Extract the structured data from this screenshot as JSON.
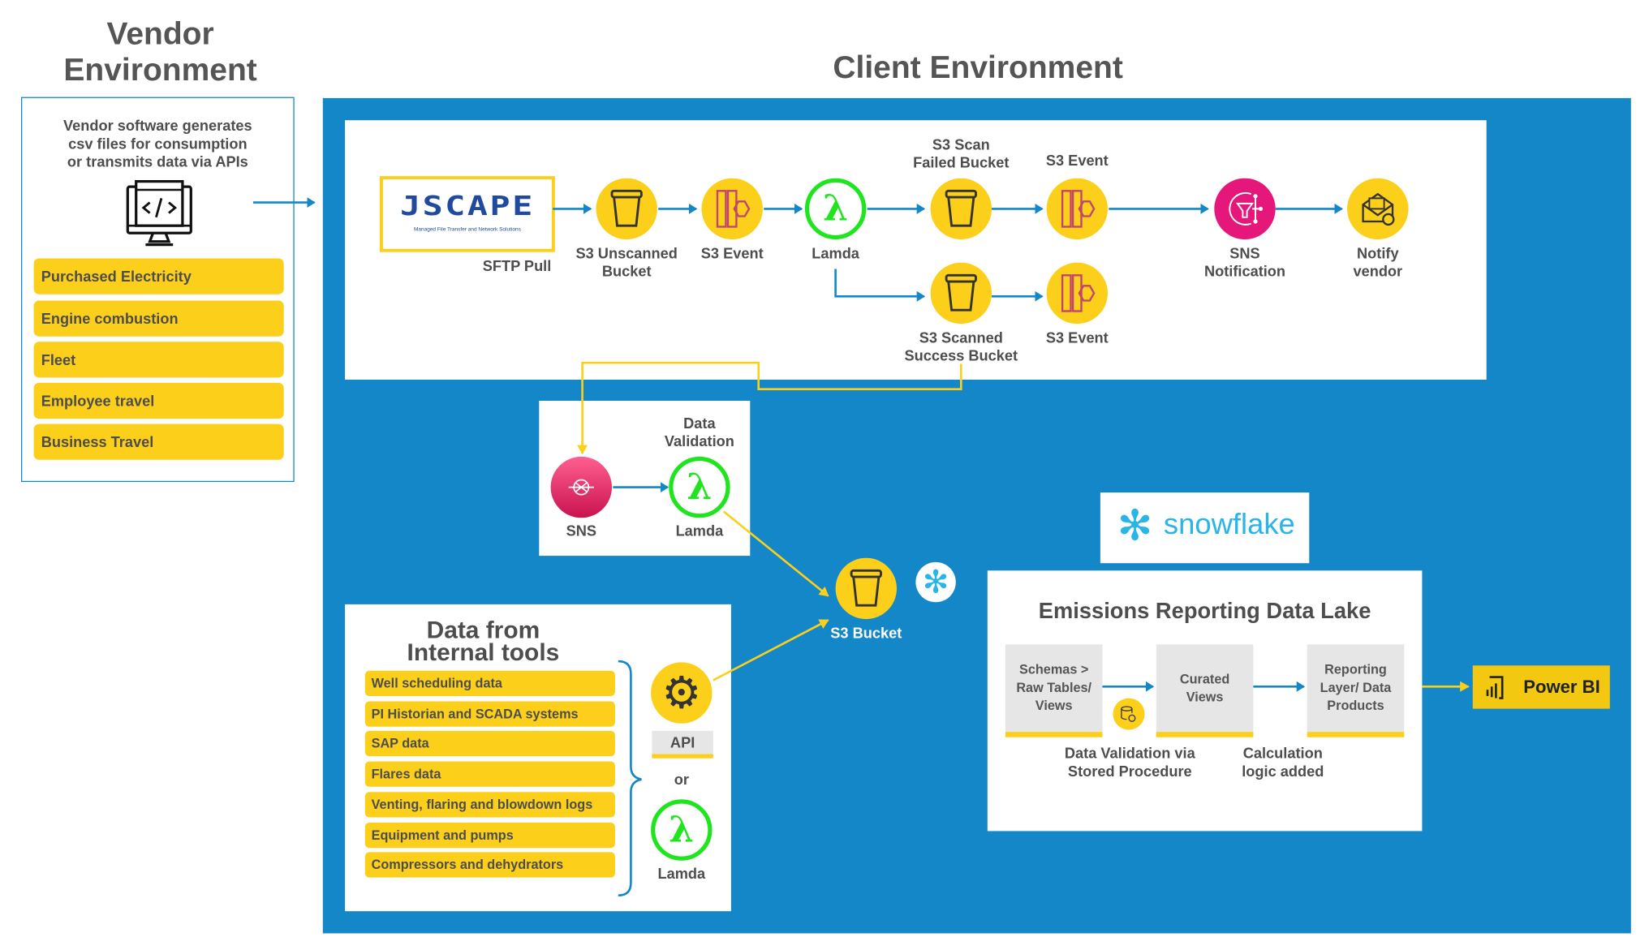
{
  "vendor": {
    "title": "Vendor\nEnvironment",
    "description": "Vendor software generates\ncsv files for consumption\nor transmits data via APIs",
    "icon": "code-monitor-icon",
    "items": [
      "Purchased Electricity",
      "Engine combustion",
      "Fleet",
      "Employee travel",
      "Business Travel"
    ]
  },
  "client": {
    "title": "Client Environment",
    "pipeline": {
      "jscape_logo": "JSCAPE",
      "jscape_tagline": "Managed File Transfer and Network Solutions",
      "sftp_label": "SFTP Pull",
      "unscanned_bucket": "S3 Unscanned\nBucket",
      "event1": "S3 Event",
      "lambda": "Lamda",
      "failed_bucket": "S3 Scan\nFailed Bucket",
      "event2": "S3 Event",
      "sns_notification": "SNS\nNotification",
      "notify_vendor": "Notify\nvendor",
      "success_bucket": "S3 Scanned\nSuccess Bucket",
      "event3": "S3 Event"
    },
    "validation": {
      "title": "Data\nValidation",
      "sns": "SNS",
      "lambda": "Lamda"
    },
    "s3_bucket": "S3 Bucket",
    "internal": {
      "title": "Data from\nInternal tools",
      "items": [
        "Well scheduling data",
        "PI Historian and SCADA systems",
        "SAP data",
        "Flares data",
        "Venting, flaring and blowdown logs",
        "Equipment and pumps",
        "Compressors and dehydrators"
      ],
      "api_label": "API",
      "or_label": "or",
      "lambda_label": "Lamda"
    },
    "snowflake_logo": "snowflake",
    "data_lake": {
      "title": "Emissions Reporting Data Lake",
      "stages": [
        "Schemas >\nRaw Tables/\nViews",
        "Curated\nViews",
        "Reporting\nLayer/ Data\nProducts"
      ],
      "step1": "Data Validation via\nStored Procedure",
      "step2": "Calculation\nlogic added"
    },
    "powerbi": "Power BI"
  },
  "colors": {
    "blue": "#1487c8",
    "yellow": "#fccf1b",
    "pink": "#e5177b",
    "green": "#1ee51e"
  }
}
